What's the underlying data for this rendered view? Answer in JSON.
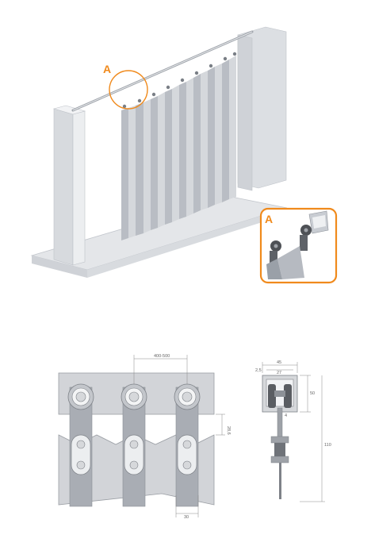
{
  "callout": {
    "label": "A"
  },
  "detail": {
    "label": "A"
  },
  "front_view": {
    "dim_width": "400-500",
    "dim_offset": "28,6",
    "dim_bottom": "30"
  },
  "side_view": {
    "dim_top": "45",
    "dim_left": "2,5",
    "dim_inner": "27",
    "dim_height": "50",
    "dim_gap": "4",
    "dim_total": "110"
  },
  "colors": {
    "accent": "#f08a1c",
    "panel": "#c9ccd2",
    "panel_dark": "#a7acb4",
    "wall": "#dfe1e5",
    "wheel": "#5a5d62"
  }
}
